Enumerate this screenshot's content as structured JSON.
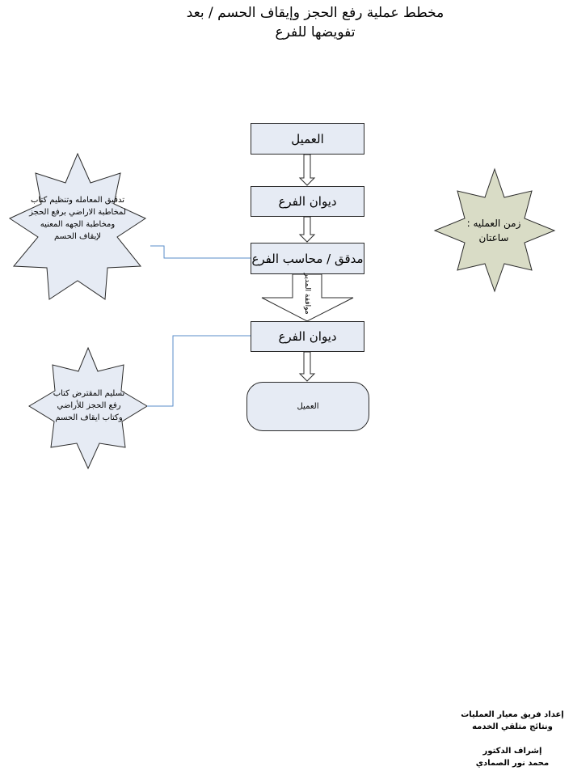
{
  "title": {
    "line1": "مخطط عملية  رفع الحجز وإيقاف الحسم / بعد",
    "line2": "تفويضها للفرع"
  },
  "flow": {
    "box1": "العميل",
    "box2": "ديوان الفرع",
    "box3": "مدقق / محاسب الفرع",
    "decision_arrow": "موافقة المدير",
    "box4": "ديوان الفرع",
    "end": "العميل"
  },
  "notes": {
    "star_left_1": "تدقيق المعامله وتنظيم كتاب لمخاطبة الاراضي برفع الحجز ومخاطبة الجهه المعنيه لإيقاف الحسم",
    "star_left_2": "تسليم المقترض كتاب رفع الحجز للأراضي وكتاب ايقاف الحسم",
    "star_right": "زمن العمليه : ساعتان"
  },
  "credits": {
    "line1": "إعداد فريق معيار العمليات",
    "line2": "ونتائج متلقي الخدمه",
    "line3": "إشراف الدكتور",
    "line4": "محمد نور الصمادي"
  },
  "colors": {
    "box_fill": "#e6ebf4",
    "star_fill_blue": "#e6ebf4",
    "star_fill_green": "#d9dcc6",
    "connector": "#5a8ec9"
  }
}
